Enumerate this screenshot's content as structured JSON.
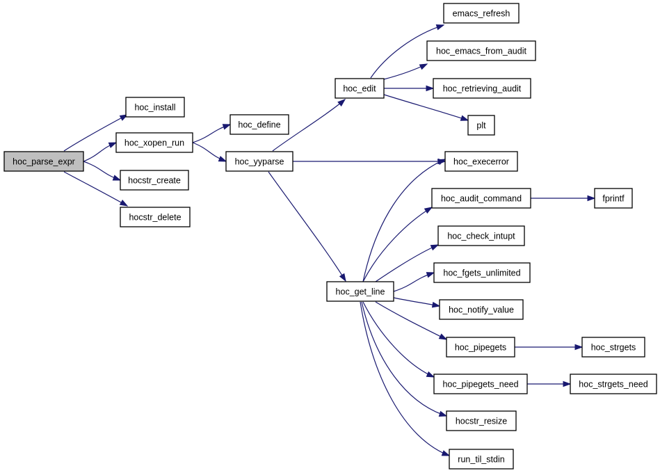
{
  "diagram": {
    "colors": {
      "edge": "#191970",
      "root_fill": "#bfbfbf",
      "node_fill": "#ffffff",
      "border": "#000000"
    },
    "nodes": [
      {
        "id": "hoc_parse_expr",
        "label": "hoc_parse_expr",
        "root": true
      },
      {
        "id": "hoc_install",
        "label": "hoc_install"
      },
      {
        "id": "hoc_xopen_run",
        "label": "hoc_xopen_run"
      },
      {
        "id": "hocstr_create",
        "label": "hocstr_create"
      },
      {
        "id": "hocstr_delete",
        "label": "hocstr_delete"
      },
      {
        "id": "hoc_define",
        "label": "hoc_define"
      },
      {
        "id": "hoc_yyparse",
        "label": "hoc_yyparse"
      },
      {
        "id": "hoc_edit",
        "label": "hoc_edit"
      },
      {
        "id": "hoc_get_line",
        "label": "hoc_get_line"
      },
      {
        "id": "emacs_refresh",
        "label": "emacs_refresh"
      },
      {
        "id": "hoc_emacs_from_audit",
        "label": "hoc_emacs_from_audit"
      },
      {
        "id": "hoc_retrieving_audit",
        "label": "hoc_retrieving_audit"
      },
      {
        "id": "plt",
        "label": "plt"
      },
      {
        "id": "hoc_execerror",
        "label": "hoc_execerror"
      },
      {
        "id": "hoc_audit_command",
        "label": "hoc_audit_command"
      },
      {
        "id": "hoc_check_intupt",
        "label": "hoc_check_intupt"
      },
      {
        "id": "hoc_fgets_unlimited",
        "label": "hoc_fgets_unlimited"
      },
      {
        "id": "hoc_notify_value",
        "label": "hoc_notify_value"
      },
      {
        "id": "hoc_pipegets",
        "label": "hoc_pipegets"
      },
      {
        "id": "hoc_pipegets_need",
        "label": "hoc_pipegets_need"
      },
      {
        "id": "hocstr_resize",
        "label": "hocstr_resize"
      },
      {
        "id": "run_til_stdin",
        "label": "run_til_stdin"
      },
      {
        "id": "fprintf",
        "label": "fprintf"
      },
      {
        "id": "hoc_strgets",
        "label": "hoc_strgets"
      },
      {
        "id": "hoc_strgets_need",
        "label": "hoc_strgets_need"
      }
    ],
    "edges": [
      {
        "from": "hoc_parse_expr",
        "to": "hoc_install"
      },
      {
        "from": "hoc_parse_expr",
        "to": "hoc_xopen_run"
      },
      {
        "from": "hoc_parse_expr",
        "to": "hocstr_create"
      },
      {
        "from": "hoc_parse_expr",
        "to": "hocstr_delete"
      },
      {
        "from": "hoc_xopen_run",
        "to": "hoc_define"
      },
      {
        "from": "hoc_xopen_run",
        "to": "hoc_yyparse"
      },
      {
        "from": "hoc_yyparse",
        "to": "hoc_edit"
      },
      {
        "from": "hoc_yyparse",
        "to": "hoc_execerror"
      },
      {
        "from": "hoc_yyparse",
        "to": "hoc_get_line"
      },
      {
        "from": "hoc_edit",
        "to": "emacs_refresh"
      },
      {
        "from": "hoc_edit",
        "to": "hoc_emacs_from_audit"
      },
      {
        "from": "hoc_edit",
        "to": "hoc_retrieving_audit"
      },
      {
        "from": "hoc_edit",
        "to": "plt"
      },
      {
        "from": "hoc_get_line",
        "to": "hoc_execerror"
      },
      {
        "from": "hoc_get_line",
        "to": "hoc_audit_command"
      },
      {
        "from": "hoc_get_line",
        "to": "hoc_check_intupt"
      },
      {
        "from": "hoc_get_line",
        "to": "hoc_fgets_unlimited"
      },
      {
        "from": "hoc_get_line",
        "to": "hoc_notify_value"
      },
      {
        "from": "hoc_get_line",
        "to": "hoc_pipegets"
      },
      {
        "from": "hoc_get_line",
        "to": "hoc_pipegets_need"
      },
      {
        "from": "hoc_get_line",
        "to": "hocstr_resize"
      },
      {
        "from": "hoc_get_line",
        "to": "run_til_stdin"
      },
      {
        "from": "hoc_audit_command",
        "to": "fprintf"
      },
      {
        "from": "hoc_pipegets",
        "to": "hoc_strgets"
      },
      {
        "from": "hoc_pipegets_need",
        "to": "hoc_strgets_need"
      }
    ]
  }
}
